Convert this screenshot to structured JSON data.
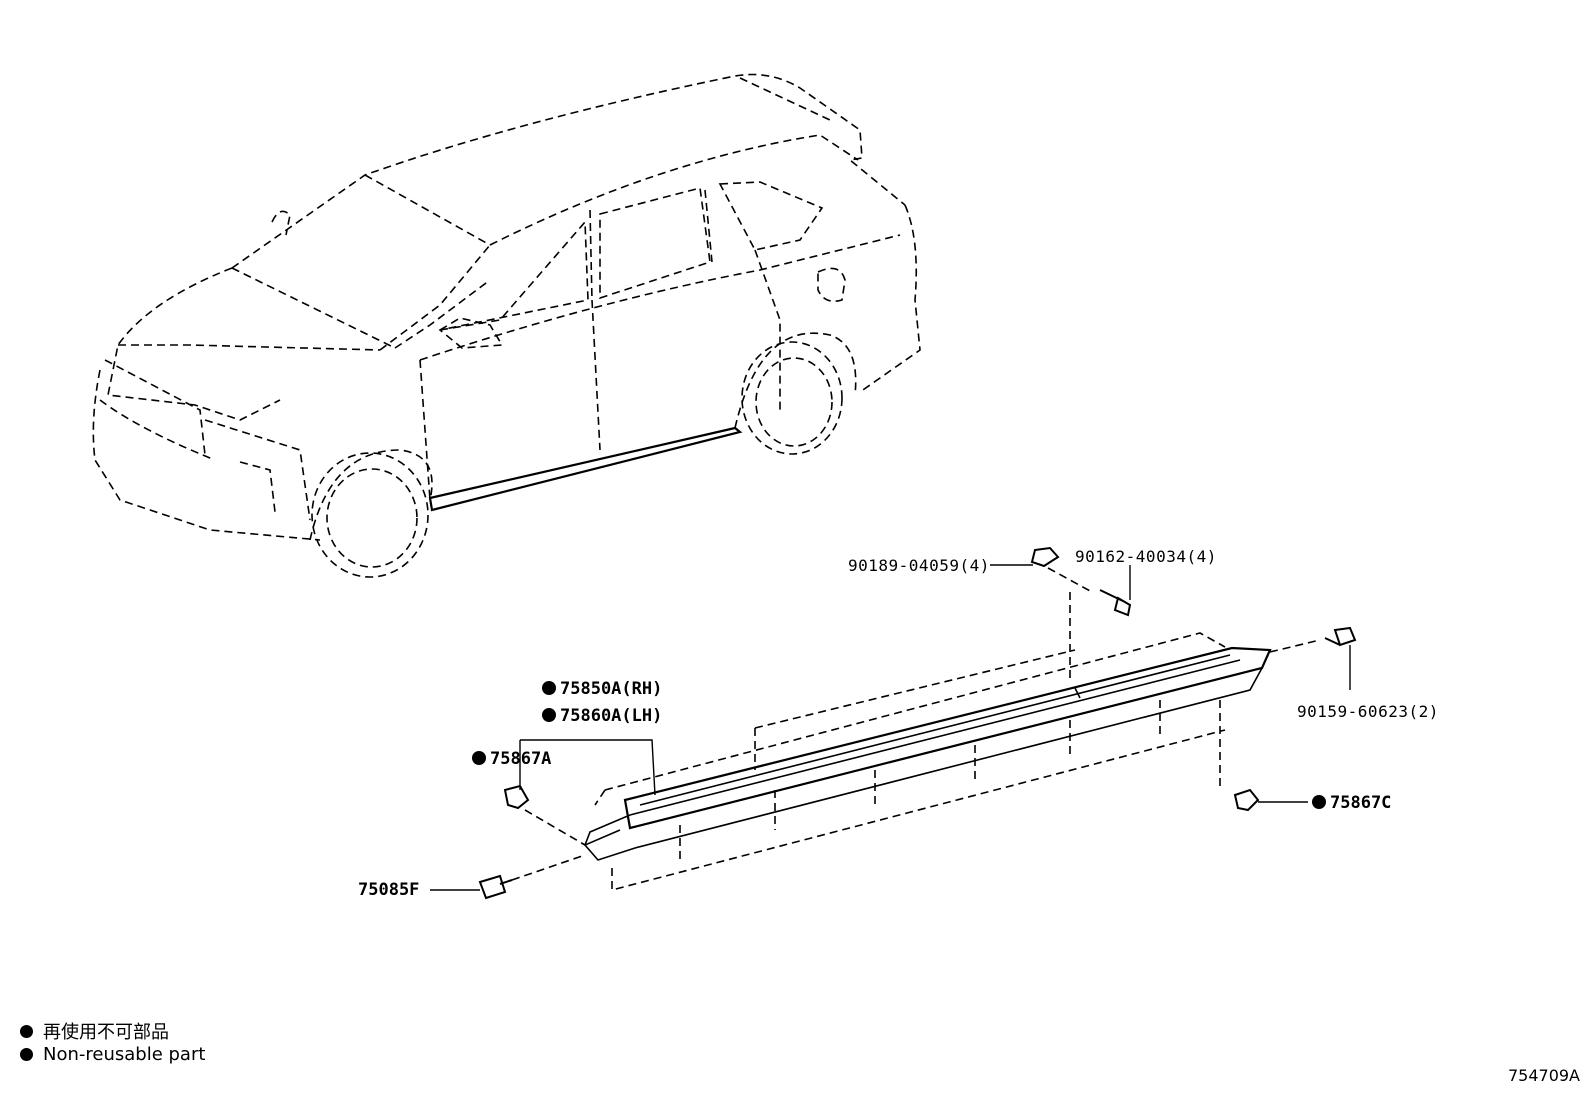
{
  "parts": {
    "clip_90189": "90189-04059(4)",
    "screw_90162": "90162-40034(4)",
    "clip_90159": "90159-60623(2)",
    "moulding_rh": "75850A(RH)",
    "moulding_lh": "75860A(LH)",
    "clip_75867a": "75867A",
    "clip_75867c": "75867C",
    "screw_75085f": "75085F"
  },
  "legend": {
    "jp": "再使用不可部品",
    "en": "Non-reusable part"
  },
  "illustration_code": "754709A"
}
